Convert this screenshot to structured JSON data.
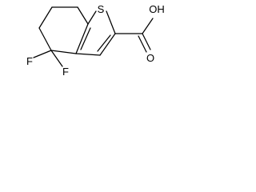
{
  "molecule": {
    "atoms": {
      "sulfur": "S",
      "carboxyl_oh": "OH",
      "carbonyl_o": "O",
      "fluorine_1": "F",
      "fluorine_2": "F"
    }
  }
}
